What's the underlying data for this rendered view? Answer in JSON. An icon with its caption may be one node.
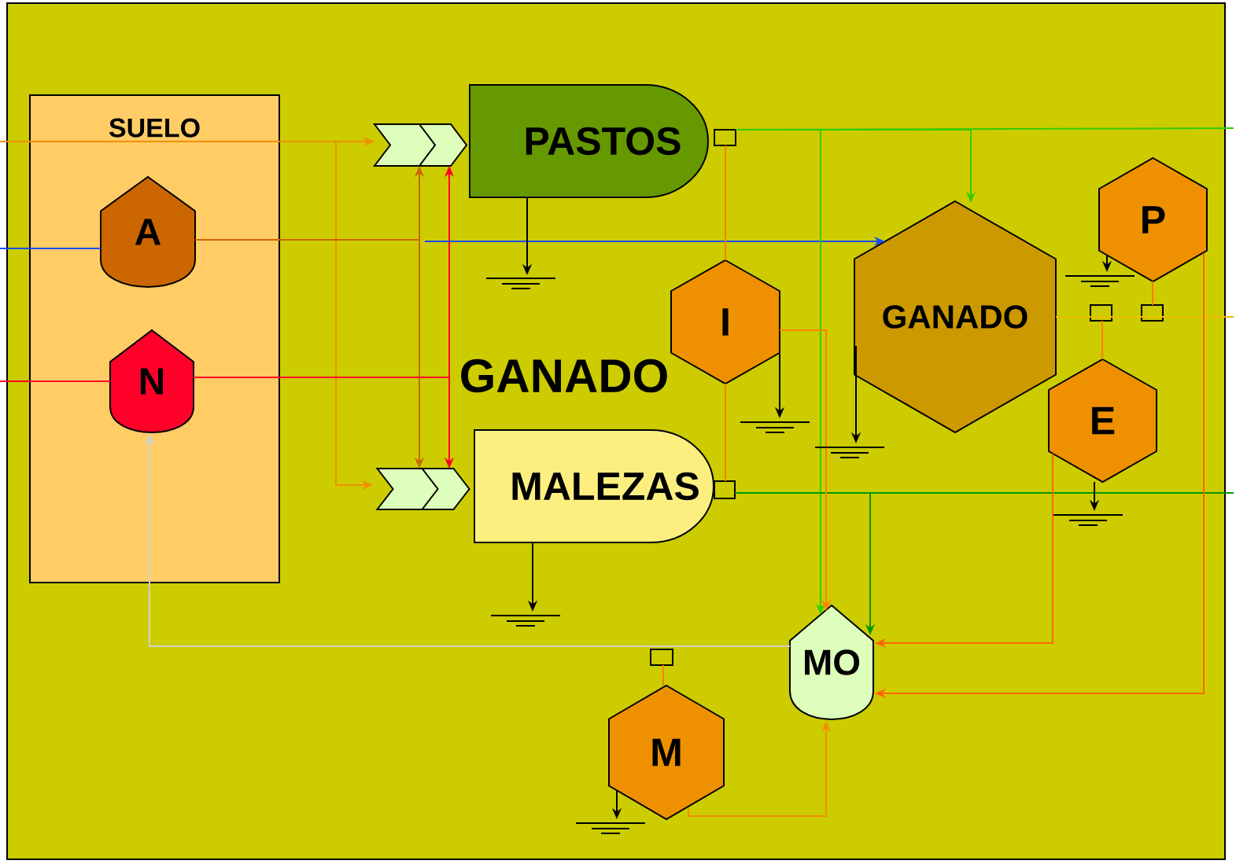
{
  "diagram": {
    "nodes": [
      {
        "text": [
          "SUELO"
        ]
      },
      {
        "text": [
          "A"
        ],
        "in": 0
      },
      {
        "text": [
          "N"
        ],
        "in": 0
      },
      {
        "text": [
          "PASTOS"
        ]
      },
      {
        "text": [
          "MALEZAS"
        ]
      },
      {
        "text": [
          "I"
        ]
      },
      {
        "text": [
          "GANADO"
        ]
      },
      {
        "text": [
          "P"
        ]
      },
      {
        "text": [
          "E"
        ]
      },
      {
        "text": [
          "MO"
        ]
      },
      {
        "text": [
          "M"
        ]
      },
      {
        "text": [],
        "shape": "chevron"
      },
      {
        "text": [],
        "shape": "chevron"
      },
      {
        "text": [],
        "shape": "box"
      },
      {
        "text": [],
        "shape": "box"
      },
      {
        "text": [],
        "shape": "box"
      }
    ],
    "edges": [
      {
        "from": null,
        "to": 11,
        "arrow": "to",
        "color": "#f09000"
      },
      {
        "from": null,
        "to": 12,
        "arrow": "to",
        "color": "#f09000"
      },
      {
        "from": 1,
        "to": 11,
        "arrow": "to",
        "color": "#cc6600"
      },
      {
        "from": 1,
        "to": 12,
        "arrow": "to",
        "color": "#cc6600"
      },
      {
        "from": 2,
        "to": 11,
        "arrow": "to",
        "color": "#ff0026"
      },
      {
        "from": 2,
        "to": 12,
        "arrow": "to",
        "color": "#ff0026"
      },
      {
        "from": null,
        "to": 1,
        "arrow": "none",
        "color": "#1a4cff"
      },
      {
        "from": null,
        "to": 2,
        "arrow": "none",
        "color": "#ff0026"
      },
      {
        "from": null,
        "to": 6,
        "arrow": "to",
        "color": "#1a4cff"
      },
      {
        "from": 3,
        "to": 6,
        "arrow": "to",
        "color": "#33cc00"
      },
      {
        "from": 3,
        "to": 9,
        "arrow": "to",
        "color": "#33cc00"
      },
      {
        "from": 3,
        "to": null,
        "arrow": "none",
        "color": "#33cc00"
      },
      {
        "from": 4,
        "to": 9,
        "arrow": "to",
        "color": "#009900"
      },
      {
        "from": 4,
        "to": null,
        "arrow": "none",
        "color": "#009900"
      },
      {
        "from": 5,
        "to": 3,
        "arrow": "none",
        "color": "#ff8000"
      },
      {
        "from": 5,
        "to": 4,
        "arrow": "none",
        "color": "#ff8000"
      },
      {
        "from": 5,
        "to": 9,
        "arrow": "to",
        "color": "#ff8000"
      },
      {
        "from": 6,
        "to": null,
        "arrow": "none",
        "color": "#e6c000"
      },
      {
        "from": 7,
        "to": 9,
        "arrow": "to",
        "color": "#ff6600"
      },
      {
        "from": 8,
        "to": 9,
        "arrow": "to",
        "color": "#ff6600"
      },
      {
        "from": 10,
        "to": 9,
        "arrow": "to",
        "color": "#f09000"
      },
      {
        "from": 9,
        "to": 2,
        "arrow": "to",
        "color": "#d0d0d0"
      },
      {
        "from": 3,
        "to": null,
        "arrow": "to"
      },
      {
        "from": 4,
        "to": null,
        "arrow": "to"
      },
      {
        "from": 5,
        "to": null,
        "arrow": "to"
      },
      {
        "from": 6,
        "to": null,
        "arrow": "to"
      },
      {
        "from": 7,
        "to": null,
        "arrow": "to"
      },
      {
        "from": 8,
        "to": null,
        "arrow": "to"
      },
      {
        "from": 10,
        "to": null,
        "arrow": "to"
      },
      {
        "from": 10,
        "to": 13,
        "arrow": "none",
        "color": "#ff8000"
      },
      {
        "from": 8,
        "to": 14,
        "arrow": "none",
        "color": "#ff8000"
      },
      {
        "from": 7,
        "to": 15,
        "arrow": "none",
        "color": "#ff8000"
      }
    ],
    "labels": [
      "GANADO"
    ]
  }
}
